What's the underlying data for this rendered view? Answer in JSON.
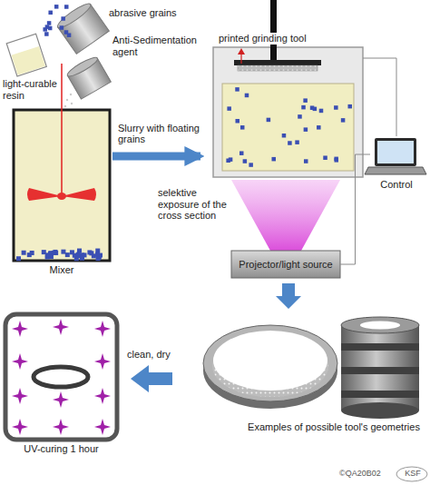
{
  "diagram": {
    "nodes": [
      {
        "text": [
          "Mixer"
        ]
      },
      {
        "text": [
          "printed grinding tool"
        ]
      },
      {
        "text": [
          "Projector/light source"
        ]
      },
      {
        "text": [
          "Control"
        ]
      },
      {
        "text": [
          "UV-curing 1 hour"
        ]
      }
    ],
    "edges": [
      {
        "from": 0,
        "to": 1,
        "arrow": "to",
        "label": "Slurry with floating grains"
      },
      {
        "from": 3,
        "to": 1,
        "arrow": "none"
      },
      {
        "from": 3,
        "to": 2,
        "arrow": "none"
      }
    ],
    "labels": [
      "abrasive grains",
      "light-curable resin",
      "Anti-Sedimentation agent",
      "selektive exposure of the cross section",
      "Examples of possible tool's geometries",
      "clean, dry",
      "©QA20B02",
      "KSF"
    ]
  }
}
